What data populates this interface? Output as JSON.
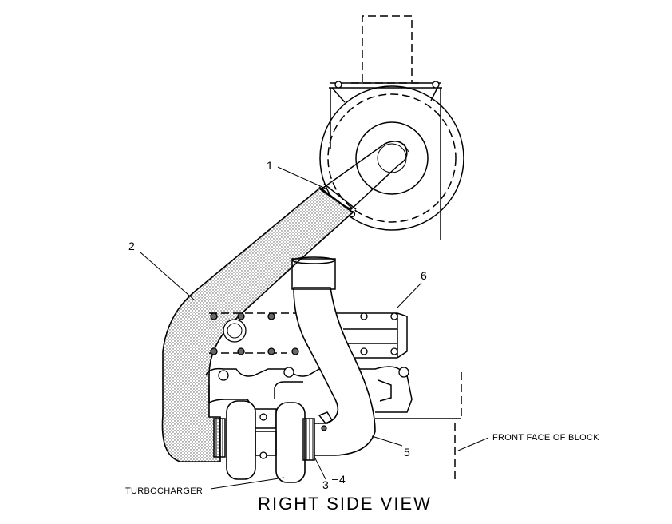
{
  "diagram": {
    "title": "RIGHT SIDE VIEW",
    "callouts": {
      "c1": "1",
      "c2": "2",
      "c3": "3",
      "c4": "4",
      "c5": "5",
      "c6": "6"
    },
    "labels": {
      "turbocharger": "TURBOCHARGER",
      "front_face": "FRONT FACE OF BLOCK"
    }
  }
}
